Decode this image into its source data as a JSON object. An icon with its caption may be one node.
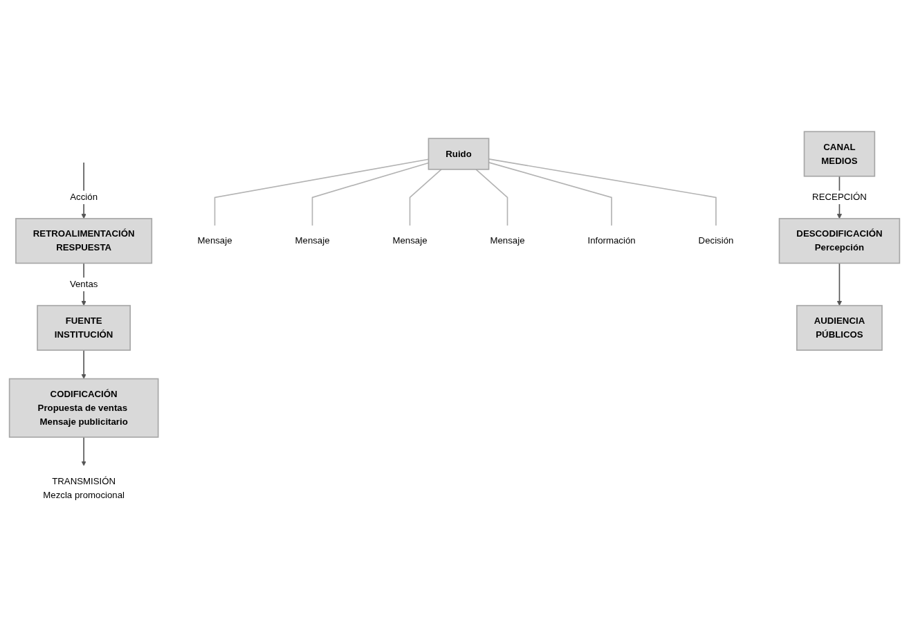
{
  "diagram": {
    "nodes": [
      {
        "text": [
          "TRANSMISIÓN",
          "Mezcla promocional"
        ]
      },
      {
        "text": [
          "CANAL",
          "MEDIOS"
        ]
      },
      {
        "text": [
          "CODIFICACIÓN",
          "Propuesta de ventas Mensaje publicitario"
        ]
      },
      {
        "text": [
          "DESCODIFICACIÓN",
          "Percepción"
        ]
      },
      {
        "text": [
          "Mensaje"
        ]
      },
      {
        "text": [
          "Mensaje"
        ]
      },
      {
        "text": [
          "FUENTE",
          "INSTITUCIÓN"
        ]
      },
      {
        "text": [
          "Mensaje"
        ]
      },
      {
        "text": [
          "Ruido"
        ]
      },
      {
        "text": [
          "Mensaje"
        ]
      },
      {
        "text": [
          "AUDIENCIA",
          "PÚBLICOS"
        ]
      },
      {
        "text": [
          "Información"
        ]
      },
      {
        "text": [
          "RETROALIMENTACIÓN",
          "RESPUESTA"
        ]
      },
      {
        "text": [
          "Decisión"
        ]
      }
    ],
    "edges": [
      {
        "from": 6,
        "to": 2,
        "arrow": "to"
      },
      {
        "from": 2,
        "to": 0,
        "arrow": "to"
      },
      {
        "from": 1,
        "to": 3,
        "arrow": "to",
        "label": "RECEPCIÓN"
      },
      {
        "from": 3,
        "to": 10,
        "arrow": "to"
      },
      {
        "from": null,
        "to": 12,
        "arrow": "to",
        "label": "Acción"
      },
      {
        "from": 12,
        "to": 6,
        "arrow": "to",
        "label": "Ventas"
      },
      {
        "from": 8,
        "to": 4,
        "arrow": "none",
        "color": "#b3b3b3"
      },
      {
        "from": 8,
        "to": 5,
        "arrow": "none",
        "color": "#b3b3b3"
      },
      {
        "from": 8,
        "to": 7,
        "arrow": "none",
        "color": "#b3b3b3"
      },
      {
        "from": 8,
        "to": 9,
        "arrow": "none",
        "color": "#b3b3b3"
      },
      {
        "from": 8,
        "to": 11,
        "arrow": "none",
        "color": "#b3b3b3"
      },
      {
        "from": 8,
        "to": 13,
        "arrow": "none",
        "color": "#b3b3b3"
      }
    ]
  }
}
